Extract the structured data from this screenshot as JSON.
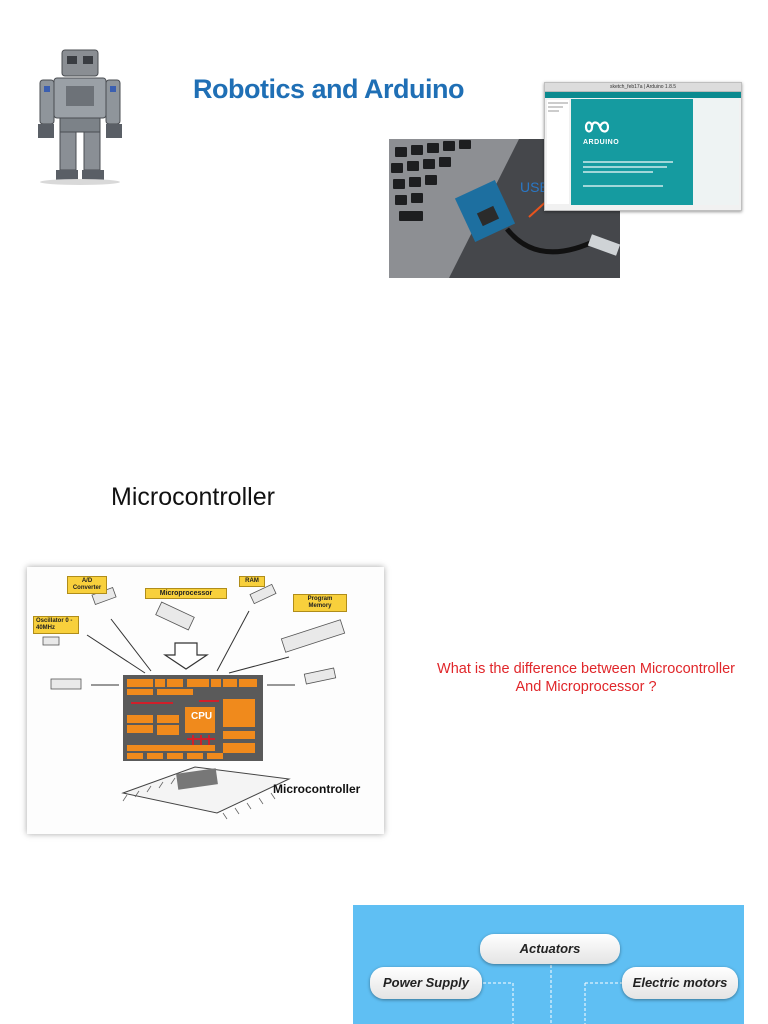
{
  "title": "Robotics and Arduino",
  "laptop_photo": {
    "usb_label": "USB"
  },
  "ide_window": {
    "window_title": "sketch_feb17a | Arduino 1.8.5",
    "logo_text": "ARDUINO"
  },
  "section": {
    "heading": "Microcontroller"
  },
  "mcu_diagram": {
    "labels": {
      "ad_converter": "A/D Converter",
      "microprocessor": "Microprocessor",
      "ram": "RAM",
      "program_memory": "Program Memory",
      "oscillator": "Oscillator 0 - 40MHz",
      "cpu": "CPU",
      "microcontroller": "Microcontroller"
    }
  },
  "question": {
    "line1": "What is the difference between Microcontroller",
    "line2": "And Microprocessor ?"
  },
  "components": {
    "actuators": "Actuators",
    "power_supply": "Power Supply",
    "electric_motors": "Electric motors"
  },
  "colors": {
    "title": "#1f6fb5",
    "question": "#e0262a",
    "chip_orange": "#f08a1c",
    "panel_blue": "#5fbff3"
  }
}
